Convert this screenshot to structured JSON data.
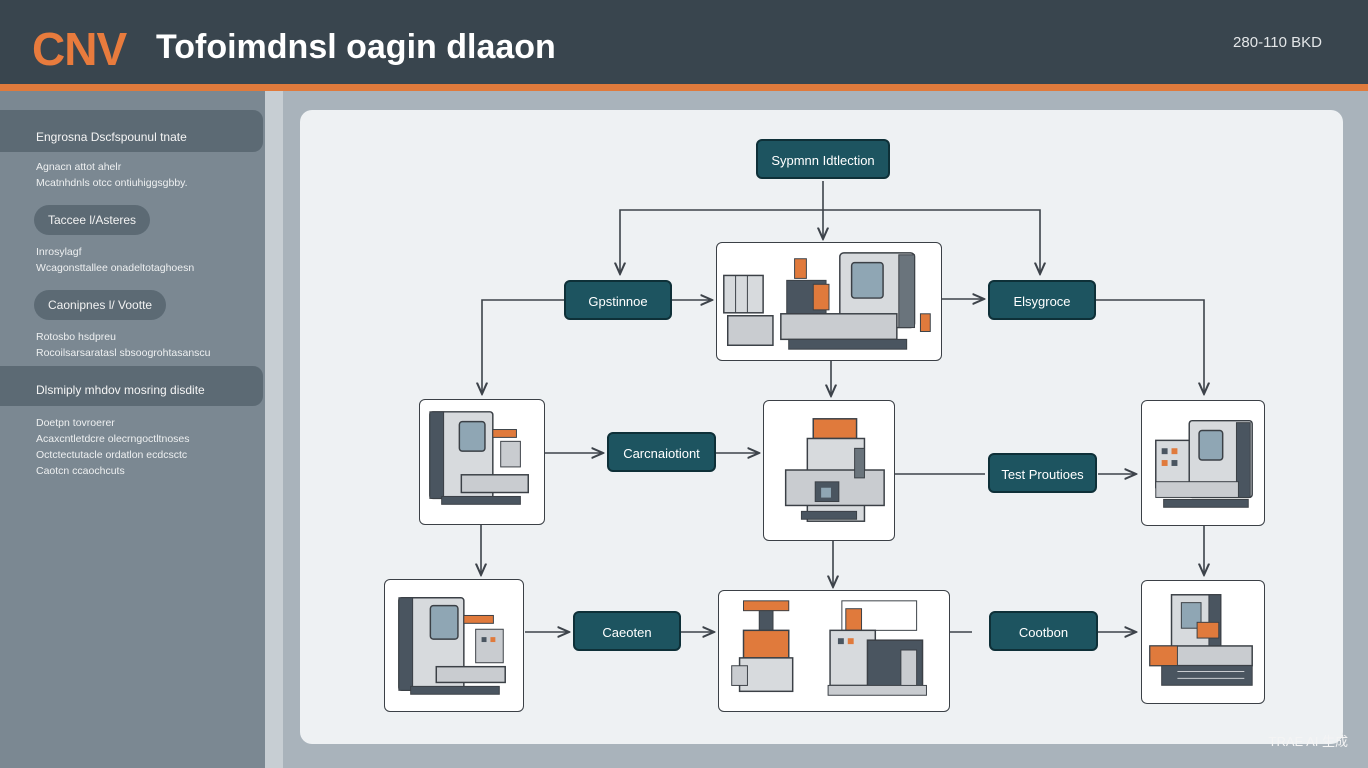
{
  "header": {
    "logo": "CNV",
    "title": "Tofoimdnsl oagin dlaaon",
    "meta": "280-110 BKD"
  },
  "sidebar": {
    "sections": [
      {
        "heading": "Engrosna Dscfspounul tnate",
        "lines": [
          "Agnacn attot ahelr",
          "Mcatnhdnls otcc ontiuhiggsgbby."
        ]
      },
      {
        "heading": "Taccee l/Asteres",
        "lines": [
          "Inrosylagf",
          "Wcagonsttallee onadeltotaghoesn"
        ]
      },
      {
        "heading": "Caonipnes l/ Vootte",
        "lines": [
          "Rotosbo hsdpreu",
          "Rocoilsarsaratasl sbsoogrohtasanscu"
        ]
      },
      {
        "heading": "Dlsmiply mhdov mosring disdite",
        "lines": [
          "Doetpn tovroerer",
          "Acaxcntletdcre olecrngoctltnoses",
          "Octctectutacle ordatlon ecdcsctc",
          "Caotcn ccaochcuts"
        ]
      }
    ]
  },
  "nodes": {
    "top": "Sypmnn Idtlection",
    "left_mid": "Gpstinnoe",
    "right_mid": "Elsygroce",
    "center": "Carcnaiotiont",
    "test": "Test Proutioes",
    "bottom_left": "Caeoten",
    "bottom_right": "Cootbon"
  },
  "machines": [
    "main-lathe",
    "left-mill",
    "center-drill-press",
    "right-station",
    "bottom-left-mill",
    "bottom-center-assembly",
    "bottom-right-mill"
  ],
  "colors": {
    "header": "#39454e",
    "accent": "#e07a3c",
    "node": "#1d5460",
    "sidebar": "#7b8892",
    "panel": "#eef1f3"
  },
  "watermark": "TRAE AI 生成"
}
